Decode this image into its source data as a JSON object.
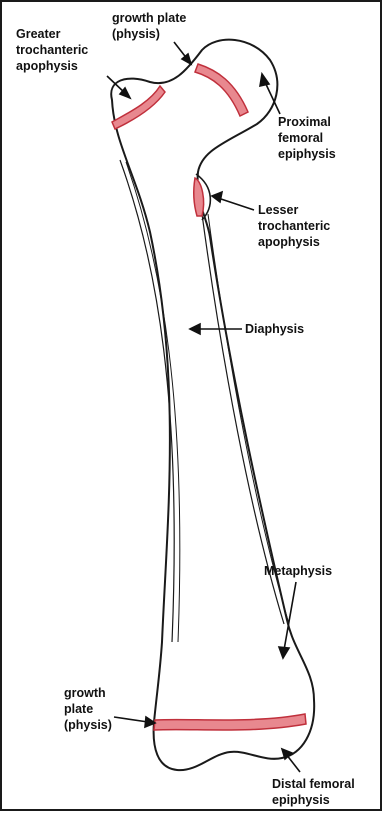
{
  "labels": {
    "growth_plate_top": [
      "growth plate",
      "(physis)"
    ],
    "greater_trochanteric": [
      "Greater",
      "trochanteric",
      "apophysis"
    ],
    "proximal_femoral": [
      "Proximal",
      "femoral",
      "epiphysis"
    ],
    "lesser_trochanteric": [
      "Lesser",
      "trochanteric",
      "apophysis"
    ],
    "diaphysis": [
      "Diaphysis"
    ],
    "metaphysis": [
      "Metaphysis"
    ],
    "growth_plate_bottom": [
      "growth",
      "plate",
      "(physis)"
    ],
    "distal_femoral": [
      "Distal femoral",
      "epiphysis"
    ]
  },
  "colors": {
    "outline": "#1a1a1a",
    "physis_fill": "#e8888f",
    "physis_stroke": "#c0303c",
    "text": "#111111"
  }
}
